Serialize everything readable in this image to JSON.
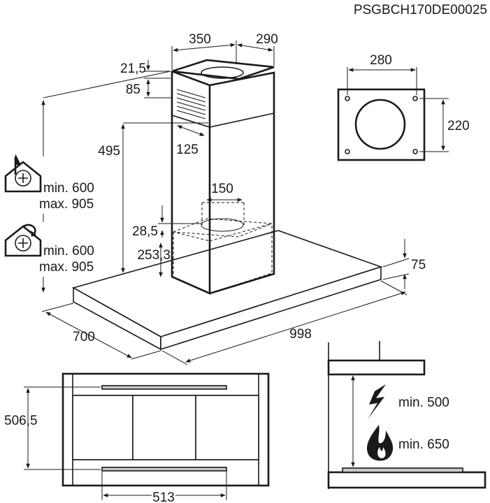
{
  "document": {
    "code": "PSGBCH170DE00025"
  },
  "dimensions": {
    "chimney_width": "350",
    "chimney_depth": "290",
    "top_offset": "21,5",
    "vent_height": "85",
    "chimney_telescope": "495",
    "vent_width": "125",
    "outlet_diameter": "150",
    "outlet_offset": "28,5",
    "lower_chimney": "253,3",
    "canopy_height": "75",
    "canopy_depth": "700",
    "canopy_width": "998",
    "bracket_width": "280",
    "bracket_height": "220",
    "filter_depth": "506,5",
    "filter_width": "513"
  },
  "modes": [
    {
      "icon": "extraction-mode-icon",
      "min_label": "min. 600",
      "max_label": "max. 905"
    },
    {
      "icon": "recirculation-mode-icon",
      "min_label": "min. 600",
      "max_label": "max. 905"
    }
  ],
  "clearances": [
    {
      "icon": "electric-hob-icon",
      "label": "min. 500"
    },
    {
      "icon": "gas-hob-icon",
      "label": "min. 650"
    }
  ]
}
